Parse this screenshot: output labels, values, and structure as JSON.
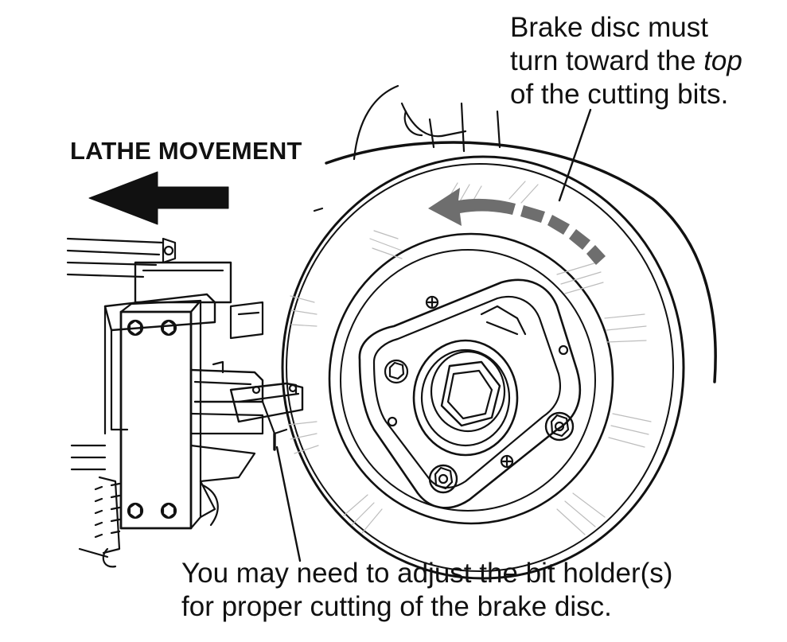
{
  "labels": {
    "lathe_movement": "LATHE MOVEMENT",
    "disc_note": {
      "line1": "Brake disc must",
      "line2_pre": "turn toward the ",
      "line2_em": "top",
      "line3": "of the cutting bits."
    },
    "holder_note": {
      "line1": "You may need to adjust the bit holder(s)",
      "line2": "for proper cutting of the brake disc."
    }
  },
  "colors": {
    "ink": "#111111",
    "rotation_arrow": "#6e6e6e",
    "background": "#ffffff"
  }
}
